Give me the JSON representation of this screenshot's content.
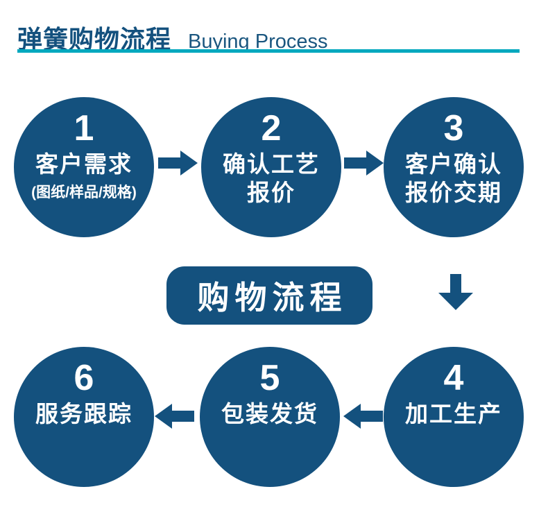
{
  "header": {
    "title_zh": "弹簧购物流程",
    "title_en": "Buying Process"
  },
  "center_badge": {
    "label": "购物流程"
  },
  "steps": [
    {
      "number": "1",
      "line1": "客户需求",
      "line2": "(图纸/样品/规格)"
    },
    {
      "number": "2",
      "line1": "确认工艺",
      "line2": "报价"
    },
    {
      "number": "3",
      "line1": "客户确认",
      "line2": "报价交期"
    },
    {
      "number": "4",
      "line1": "加工生产"
    },
    {
      "number": "5",
      "line1": "包装发货"
    },
    {
      "number": "6",
      "line1": "服务跟踪"
    }
  ],
  "flow": {
    "top_row_order": [
      "1",
      "2",
      "3"
    ],
    "bottom_row_order": [
      "6",
      "5",
      "4"
    ],
    "arrow_directions": [
      "right",
      "right",
      "down",
      "left",
      "left"
    ]
  },
  "colors": {
    "primary_blue": "#14517e",
    "accent_teal": "#00a8be",
    "background": "#ffffff",
    "text_on_blue": "#ffffff"
  }
}
